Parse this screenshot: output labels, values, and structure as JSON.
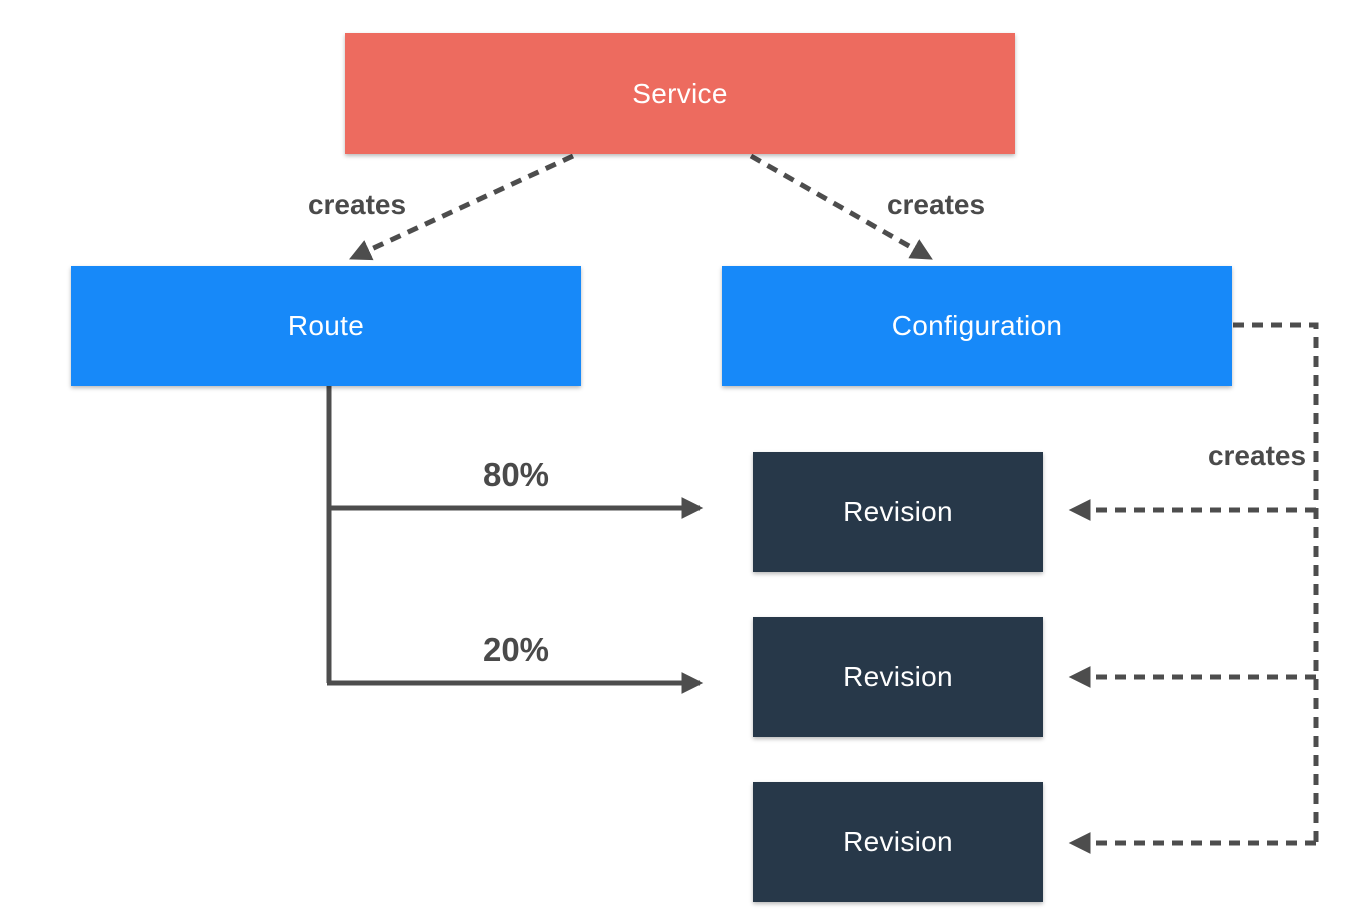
{
  "diagram": {
    "nodes": {
      "service": {
        "label": "Service",
        "color": "#ed6b5f"
      },
      "route": {
        "label": "Route",
        "color": "#1789f9"
      },
      "configuration": {
        "label": "Configuration",
        "color": "#1789f9"
      },
      "revision_1": {
        "label": "Revision",
        "color": "#273849"
      },
      "revision_2": {
        "label": "Revision",
        "color": "#273849"
      },
      "revision_3": {
        "label": "Revision",
        "color": "#273849"
      }
    },
    "edge_labels": {
      "service_to_route": "creates",
      "service_to_configuration": "creates",
      "configuration_to_revisions": "creates",
      "route_to_revision_1": "80%",
      "route_to_revision_2": "20%"
    },
    "colors": {
      "connector": "#4d4d4d",
      "edge_label_text": "#4a4a4a",
      "node_text": "#ffffff",
      "background": "#ffffff"
    }
  }
}
